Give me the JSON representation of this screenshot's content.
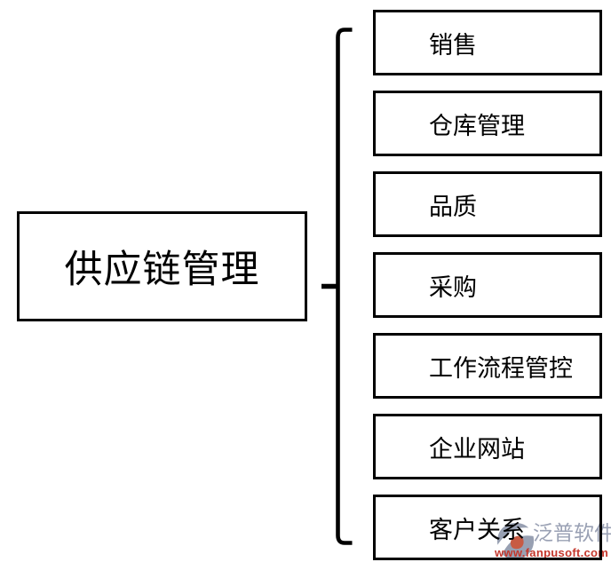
{
  "diagram": {
    "root_label": "供应链管理",
    "branches": [
      {
        "label": "销售"
      },
      {
        "label": "仓库管理"
      },
      {
        "label": "品质"
      },
      {
        "label": "采购"
      },
      {
        "label": "工作流程管控"
      },
      {
        "label": "企业网站"
      },
      {
        "label": "客户关系"
      }
    ]
  },
  "watermark": {
    "brand": "泛普软件",
    "url": "www.fanpusoft.com",
    "brand_color": "#9aa1b4",
    "url_color": "#c4372c",
    "logo_icon": "fanpu-swirl-logo"
  },
  "colors": {
    "line": "#000000",
    "background": "#ffffff"
  }
}
